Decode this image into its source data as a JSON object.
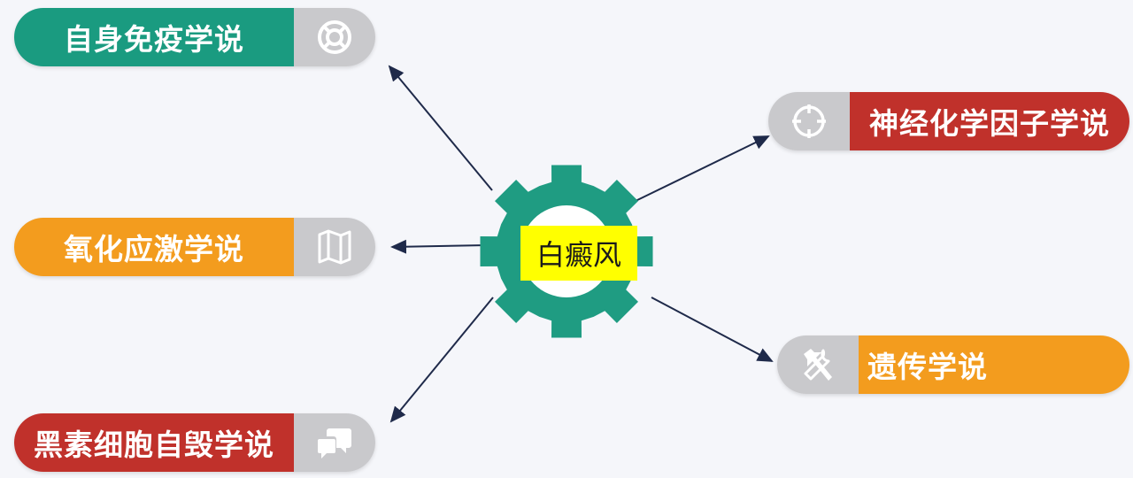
{
  "center": {
    "label": "白癜风",
    "gear_color": "#1f9c82",
    "label_bg": "#ffff00"
  },
  "theories": [
    {
      "id": "autoimmune",
      "label": "自身免疫学说",
      "color": "#1a9b80",
      "icon": "lifebuoy-icon"
    },
    {
      "id": "oxidative",
      "label": "氧化应激学说",
      "color": "#f39c1e",
      "icon": "map-icon"
    },
    {
      "id": "melanocyte",
      "label": "黑素细胞自毁学说",
      "color": "#c0312b",
      "icon": "chat-icon"
    },
    {
      "id": "neurochemical",
      "label": "神经化学因子学说",
      "color": "#c0312b",
      "icon": "crosshair-icon"
    },
    {
      "id": "genetic",
      "label": "遗传学说",
      "color": "#f39c1e",
      "icon": "tools-icon"
    }
  ],
  "colors": {
    "icon_cap": "#c9c9cc",
    "icon_stroke": "#ffffff",
    "arrow": "#1f2a4a"
  }
}
